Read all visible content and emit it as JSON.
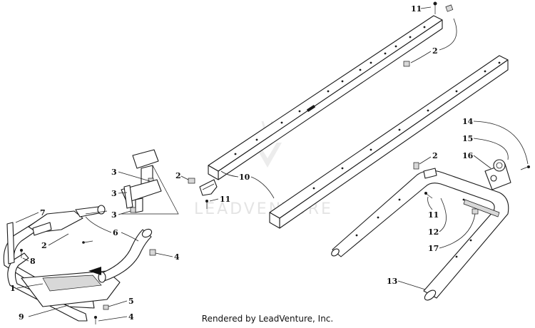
{
  "watermark": {
    "text": "LEADVENTURE"
  },
  "footer": {
    "text": "Rendered by LeadVenture, Inc."
  },
  "callouts": [
    {
      "id": "c11a",
      "label": "11"
    },
    {
      "id": "c2a",
      "label": "2"
    },
    {
      "id": "c10",
      "label": "10"
    },
    {
      "id": "c2b",
      "label": "2"
    },
    {
      "id": "c11b",
      "label": "11"
    },
    {
      "id": "c3a",
      "label": "3"
    },
    {
      "id": "c3b",
      "label": "3"
    },
    {
      "id": "c3c",
      "label": "3"
    },
    {
      "id": "c7",
      "label": "7"
    },
    {
      "id": "c2c",
      "label": "2"
    },
    {
      "id": "c6",
      "label": "6"
    },
    {
      "id": "c4a",
      "label": "4"
    },
    {
      "id": "c8",
      "label": "8"
    },
    {
      "id": "c1",
      "label": "1"
    },
    {
      "id": "c5",
      "label": "5"
    },
    {
      "id": "c9",
      "label": "9"
    },
    {
      "id": "c4b",
      "label": "4"
    },
    {
      "id": "c14",
      "label": "14"
    },
    {
      "id": "c15",
      "label": "15"
    },
    {
      "id": "c16",
      "label": "16"
    },
    {
      "id": "c2d",
      "label": "2"
    },
    {
      "id": "c11c",
      "label": "11"
    },
    {
      "id": "c12",
      "label": "12"
    },
    {
      "id": "c17",
      "label": "17"
    },
    {
      "id": "c13",
      "label": "13"
    }
  ]
}
